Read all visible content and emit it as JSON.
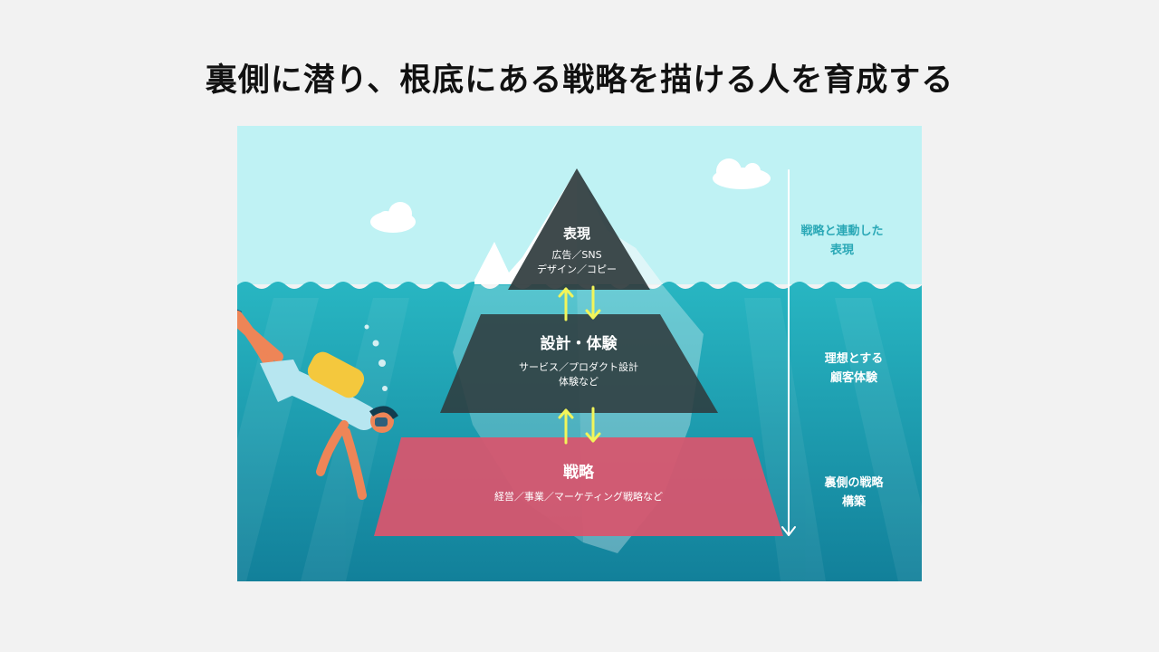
{
  "title": "裏側に潜り、根底にある戦略を描ける人を育成する",
  "layers": [
    {
      "heading": "表現",
      "lines": [
        "広告／SNS",
        "デザイン／コピー"
      ]
    },
    {
      "heading": "設計・体験",
      "lines": [
        "サービス／プロダクト設計",
        "体験など"
      ]
    },
    {
      "heading": "戦略",
      "lines": [
        "経営／事業／マーケティング戦略など"
      ]
    }
  ],
  "side_labels": [
    {
      "lines": [
        "戦略と連動した",
        "表現"
      ]
    },
    {
      "lines": [
        "理想とする",
        "顧客体験"
      ]
    },
    {
      "lines": [
        "裏側の戦略",
        "構築"
      ]
    }
  ],
  "colors": {
    "sky": "#bff2f4",
    "sea_top": "#27b3c0",
    "sea_bottom": "#127e96",
    "layer_dark": "#2f3b3d",
    "layer_strategy": "#d6566f",
    "arrow": "#f2f55a",
    "side_label_above": "#2aa8b6",
    "side_label_below": "#ffffff"
  }
}
